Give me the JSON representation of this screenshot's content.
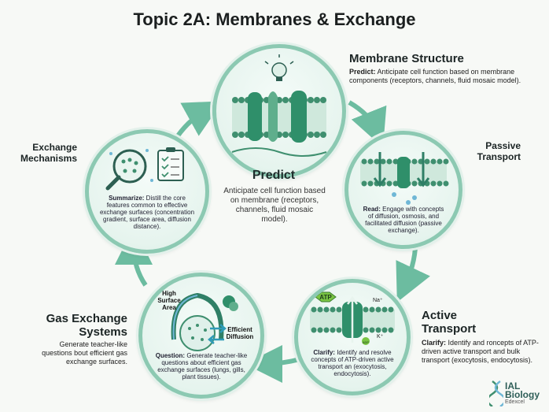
{
  "title": "Topic 2A: Membranes & Exchange",
  "center": {
    "title": "Predict",
    "text": "Anticipate cell function based on membrane (receptors, channels, fluid mosaic model)."
  },
  "nodes": {
    "structure": {
      "label": "Membrane Structure",
      "desc_lead": "Predict:",
      "desc": "Anticipate cell function based on membrane components (receptors, channels, fluid mosaic model)."
    },
    "passive": {
      "label_line1": "Passive",
      "label_line2": "Transport",
      "inner_lead": "Read:",
      "inner": "Engage with concepts of diffusion, osmosis, and facilitated diffusion (passive exchange)."
    },
    "active": {
      "label_line1": "Active",
      "label_line2": "Transport",
      "desc_lead": "Clarify:",
      "desc": "Identify and roncepts of ATP-driven active transport and bulk transport (exocytosis, endocytosis).",
      "inner_lead": "Clarify:",
      "inner": "Identify and resolve concepts of ATP-driven active transport an (exocytosis, endocytosis).",
      "atp": "ATP",
      "na": "Na⁺",
      "k": "K⁺",
      "adp": "ADP"
    },
    "gas": {
      "label_line1": "Gas Exchange",
      "label_line2": "Systems",
      "desc": "Generate teacher-like questions bout efficient gas exchange surfaces.",
      "inner_lead": "Question:",
      "inner": "Generate teacher-like questions about efficient gas exchange surfaces (lungs, gills, plant tissues).",
      "high_l1": "High",
      "high_l2": "Surface",
      "high_l3": "Area",
      "eff_l1": "Efficient",
      "eff_l2": "Diffusion"
    },
    "exchange": {
      "label_line1": "Exchange",
      "label_line2": "Mechanisms",
      "inner_lead": "Summarize:",
      "inner": "Distill the core features common to effective exchange surfaces (concentration gradient, surface area, diffusion distance)."
    }
  },
  "logo": {
    "line1": "IAL",
    "line2": "Biology",
    "line3": "Edexcel"
  },
  "colors": {
    "ring": "#8cc9b2",
    "arrow": "#6cbca0",
    "membrane": "#4f9a7a",
    "protein": "#2f8f6a"
  }
}
